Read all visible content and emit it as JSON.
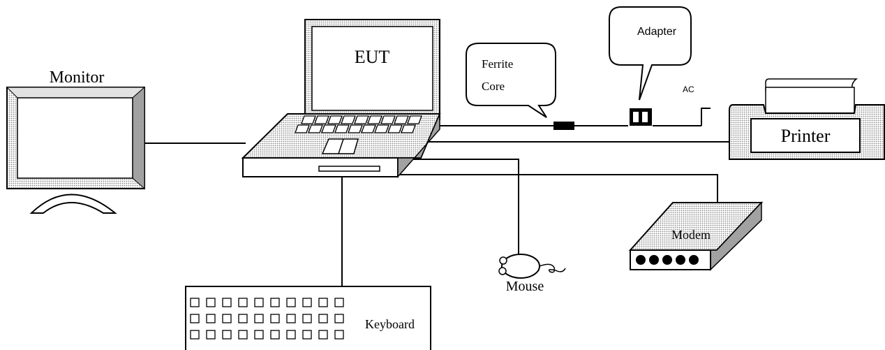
{
  "labels": {
    "monitor": "Monitor",
    "eut": "EUT",
    "ferrite_core_line1": "Ferrite",
    "ferrite_core_line2": "Core",
    "adapter": "Adapter",
    "ac": "AC",
    "printer": "Printer",
    "modem": "Modem",
    "mouse": "Mouse",
    "keyboard": "Keyboard"
  },
  "colors": {
    "line": "#000000",
    "shade": "#9a9a9a",
    "light_shade": "#d0d0d0",
    "background": "#ffffff"
  }
}
